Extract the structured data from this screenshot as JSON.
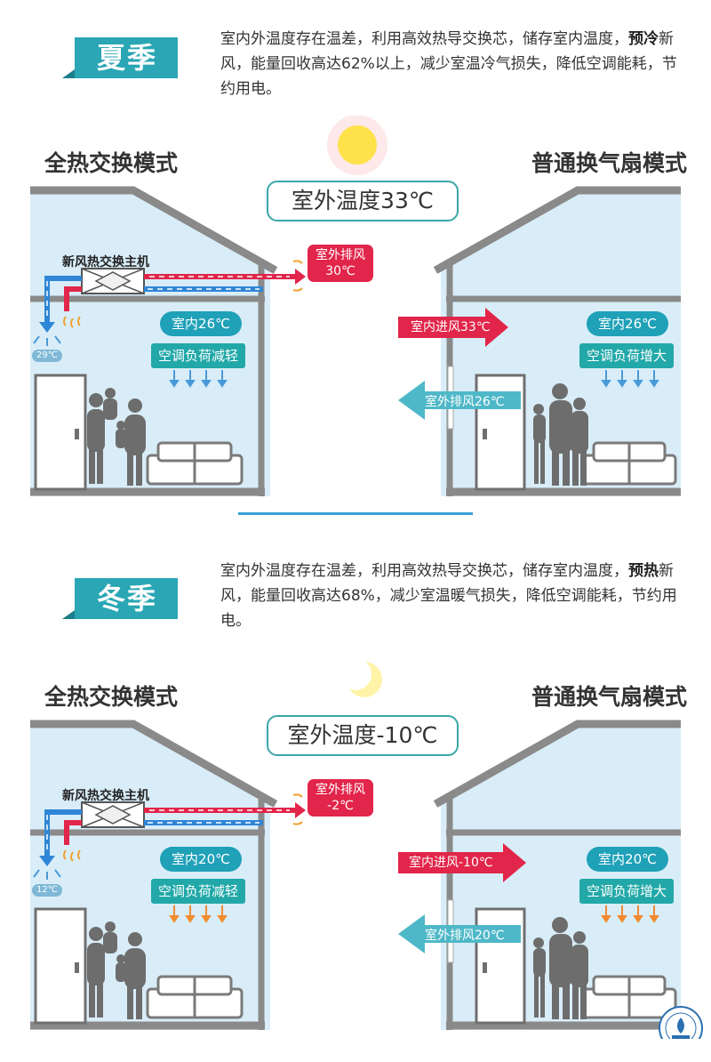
{
  "summer": {
    "badge": "夏季",
    "desc_parts": [
      "室内外温度存在温差，利用高效热导交换芯，储存室内温度，",
      "预冷",
      "新风，能量回收高达62%以上，减少室温冷气损失，降低空调能耗，节约用电。"
    ],
    "left_mode": "全热交换模式",
    "right_mode": "普通换气扇模式",
    "outdoor_temp": "室外温度33℃",
    "unit_label": "新风热交换主机",
    "exhaust_label": "室外排风",
    "exhaust_temp": "30℃",
    "supply_temp": "29℃",
    "left_indoor": "室内26℃",
    "left_load": "空调负荷减轻",
    "right_indoor": "室内26℃",
    "right_load": "空调负荷增大",
    "right_inflow": "室内进风33℃",
    "right_outflow": "室外排风26℃"
  },
  "winter": {
    "badge": "冬季",
    "desc_parts": [
      "室内外温度存在温差，利用高效热导交换芯，储存室内温度，",
      "预热",
      "新风，能量回收高达68%，减少室温暖气损失，降低空调能耗，节约用电。"
    ],
    "left_mode": "全热交换模式",
    "right_mode": "普通换气扇模式",
    "outdoor_temp": "室外温度-10℃",
    "unit_label": "新风热交换主机",
    "exhaust_label": "室外排风",
    "exhaust_temp": "-2℃",
    "supply_temp": "12℃",
    "left_indoor": "室内20℃",
    "left_load": "空调负荷减轻",
    "right_indoor": "室内20℃",
    "right_load": "空调负荷增大",
    "right_inflow": "室内进风-10℃",
    "right_outflow": "室外排风20℃"
  },
  "colors": {
    "badge": "#2aa6b4",
    "house_fill": "#d9edf8",
    "house_wall": "#8a8a8a",
    "red_arrow": "#e2254a",
    "teal_arrow": "#4fb8c8",
    "blue_duct": "#2f86d6",
    "sun": "#ffe24a",
    "moon": "#fff3a8",
    "silhouette": "#6d6d6d"
  },
  "icons": [
    "sun-icon",
    "moon-icon",
    "family-silhouette",
    "sofa-icon",
    "door-icon",
    "heat-exchange-unit",
    "logo-seal"
  ]
}
